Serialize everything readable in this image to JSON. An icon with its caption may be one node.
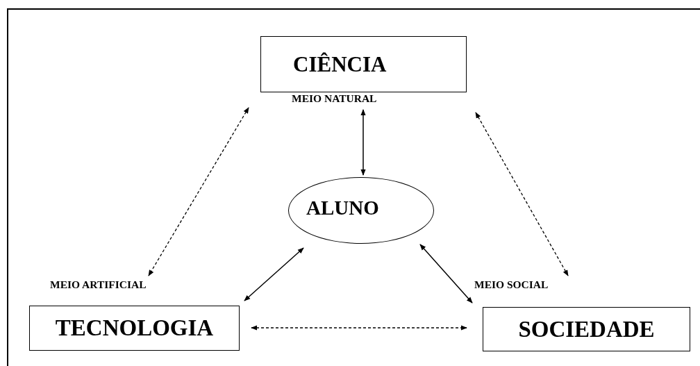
{
  "diagram": {
    "nodes": [
      {
        "text": [
          "CIÊNCIA"
        ],
        "beside": [
          "MEIO NATURAL"
        ]
      },
      {
        "text": [
          "ALUNO"
        ]
      },
      {
        "text": [
          "TECNOLOGIA"
        ],
        "beside": [
          "MEIO ARTIFICIAL"
        ]
      },
      {
        "text": [
          "SOCIEDADE"
        ],
        "beside": [
          "MEIO SOCIAL"
        ]
      }
    ],
    "edges": [
      {
        "from": 1,
        "to": 0,
        "arrow": "both"
      },
      {
        "from": 0,
        "to": 2,
        "arrow": "both",
        "style": "dashed"
      },
      {
        "from": 0,
        "to": 3,
        "arrow": "both",
        "style": "dashed"
      },
      {
        "from": 1,
        "to": 2,
        "arrow": "both"
      },
      {
        "from": 1,
        "to": 3,
        "arrow": "both"
      },
      {
        "from": 2,
        "to": 3,
        "arrow": "both",
        "style": "dashed"
      }
    ]
  }
}
